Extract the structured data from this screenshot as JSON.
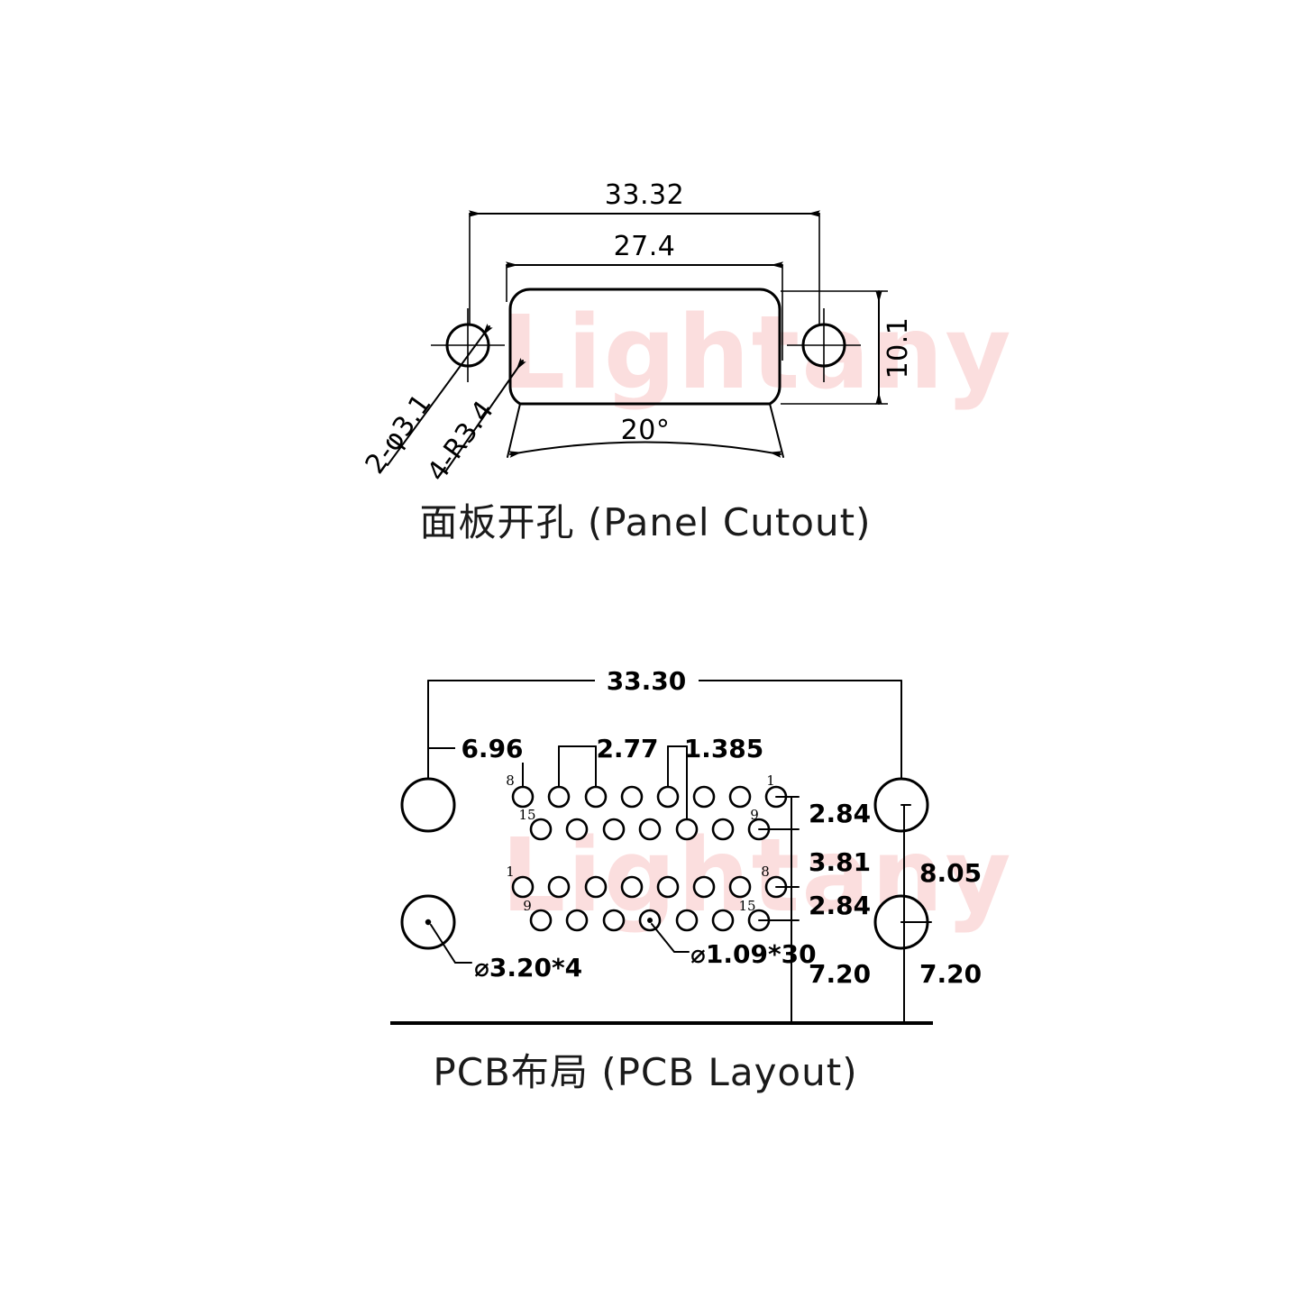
{
  "document": {
    "type": "engineering-drawing",
    "background_color": "#ffffff",
    "line_color": "#000000",
    "watermark_color": "#fbdede",
    "watermark_text": "Lightany"
  },
  "panel_cutout": {
    "caption": "面板开孔 (Panel Cutout)",
    "dimensions": {
      "overall_width": "33.32",
      "cutout_width": "27.4",
      "cutout_height": "10.1",
      "chamfer_angle": "20°",
      "mount_hole_note": "2-φ3.1",
      "corner_radius_note": "4-R3.4"
    }
  },
  "pcb_layout": {
    "caption": "PCB布局 (PCB Layout)",
    "dimensions": {
      "overall_width": "33.30",
      "edge_to_first_pin": "6.96",
      "pin_pitch_row": "2.77",
      "pin_stagger": "1.385",
      "row_gap_top": "2.84",
      "row_gap_mid": "3.81",
      "row_gap_bottom": "2.84",
      "bottom_offset_inner": "7.20",
      "bottom_offset_outer": "7.20",
      "mount_hole_vertical": "8.05"
    },
    "callouts": {
      "mounting_hole": "⌀3.20*4",
      "pin_hole": "⌀1.09*30"
    },
    "pin_rows": [
      {
        "left_label": "8",
        "right_label": "1",
        "count": 8
      },
      {
        "left_label": "15",
        "right_label": "9",
        "count": 7
      },
      {
        "left_label": "1",
        "right_label": "8",
        "count": 8
      },
      {
        "left_label": "9",
        "right_label": "15",
        "count": 7
      }
    ],
    "total_pin_holes": 30,
    "total_mounting_holes": 4
  }
}
